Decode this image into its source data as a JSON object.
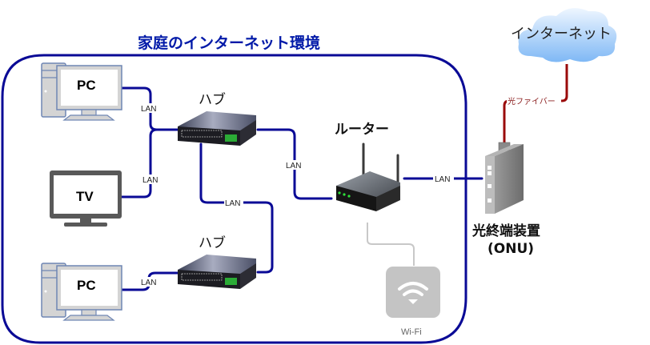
{
  "title": "家庭のインターネット環境",
  "internet": {
    "label": "インターネット"
  },
  "fiber": {
    "label": "光ファイバー"
  },
  "onu": {
    "label_line1": "光終端装置",
    "label_line2": "(ONU)"
  },
  "router": {
    "label": "ルーター"
  },
  "hub_top": {
    "label": "ハブ"
  },
  "hub_bottom": {
    "label": "ハブ"
  },
  "pc_top": {
    "label": "PC"
  },
  "pc_bottom": {
    "label": "PC"
  },
  "tv": {
    "label": "TV"
  },
  "wifi": {
    "label": "Wi-Fi"
  },
  "links": {
    "pc_top_hub": "LAN",
    "tv_hub": "LAN",
    "hub_router": "LAN",
    "hub_hub": "LAN",
    "pc_bottom_hub": "LAN",
    "router_onu": "LAN"
  },
  "colors": {
    "home_border": "#0a0a96",
    "title": "#0019a8",
    "lan": "#0a0a96",
    "fiber": "#9a0a0a",
    "wifi_box": "#c4c4c4"
  }
}
